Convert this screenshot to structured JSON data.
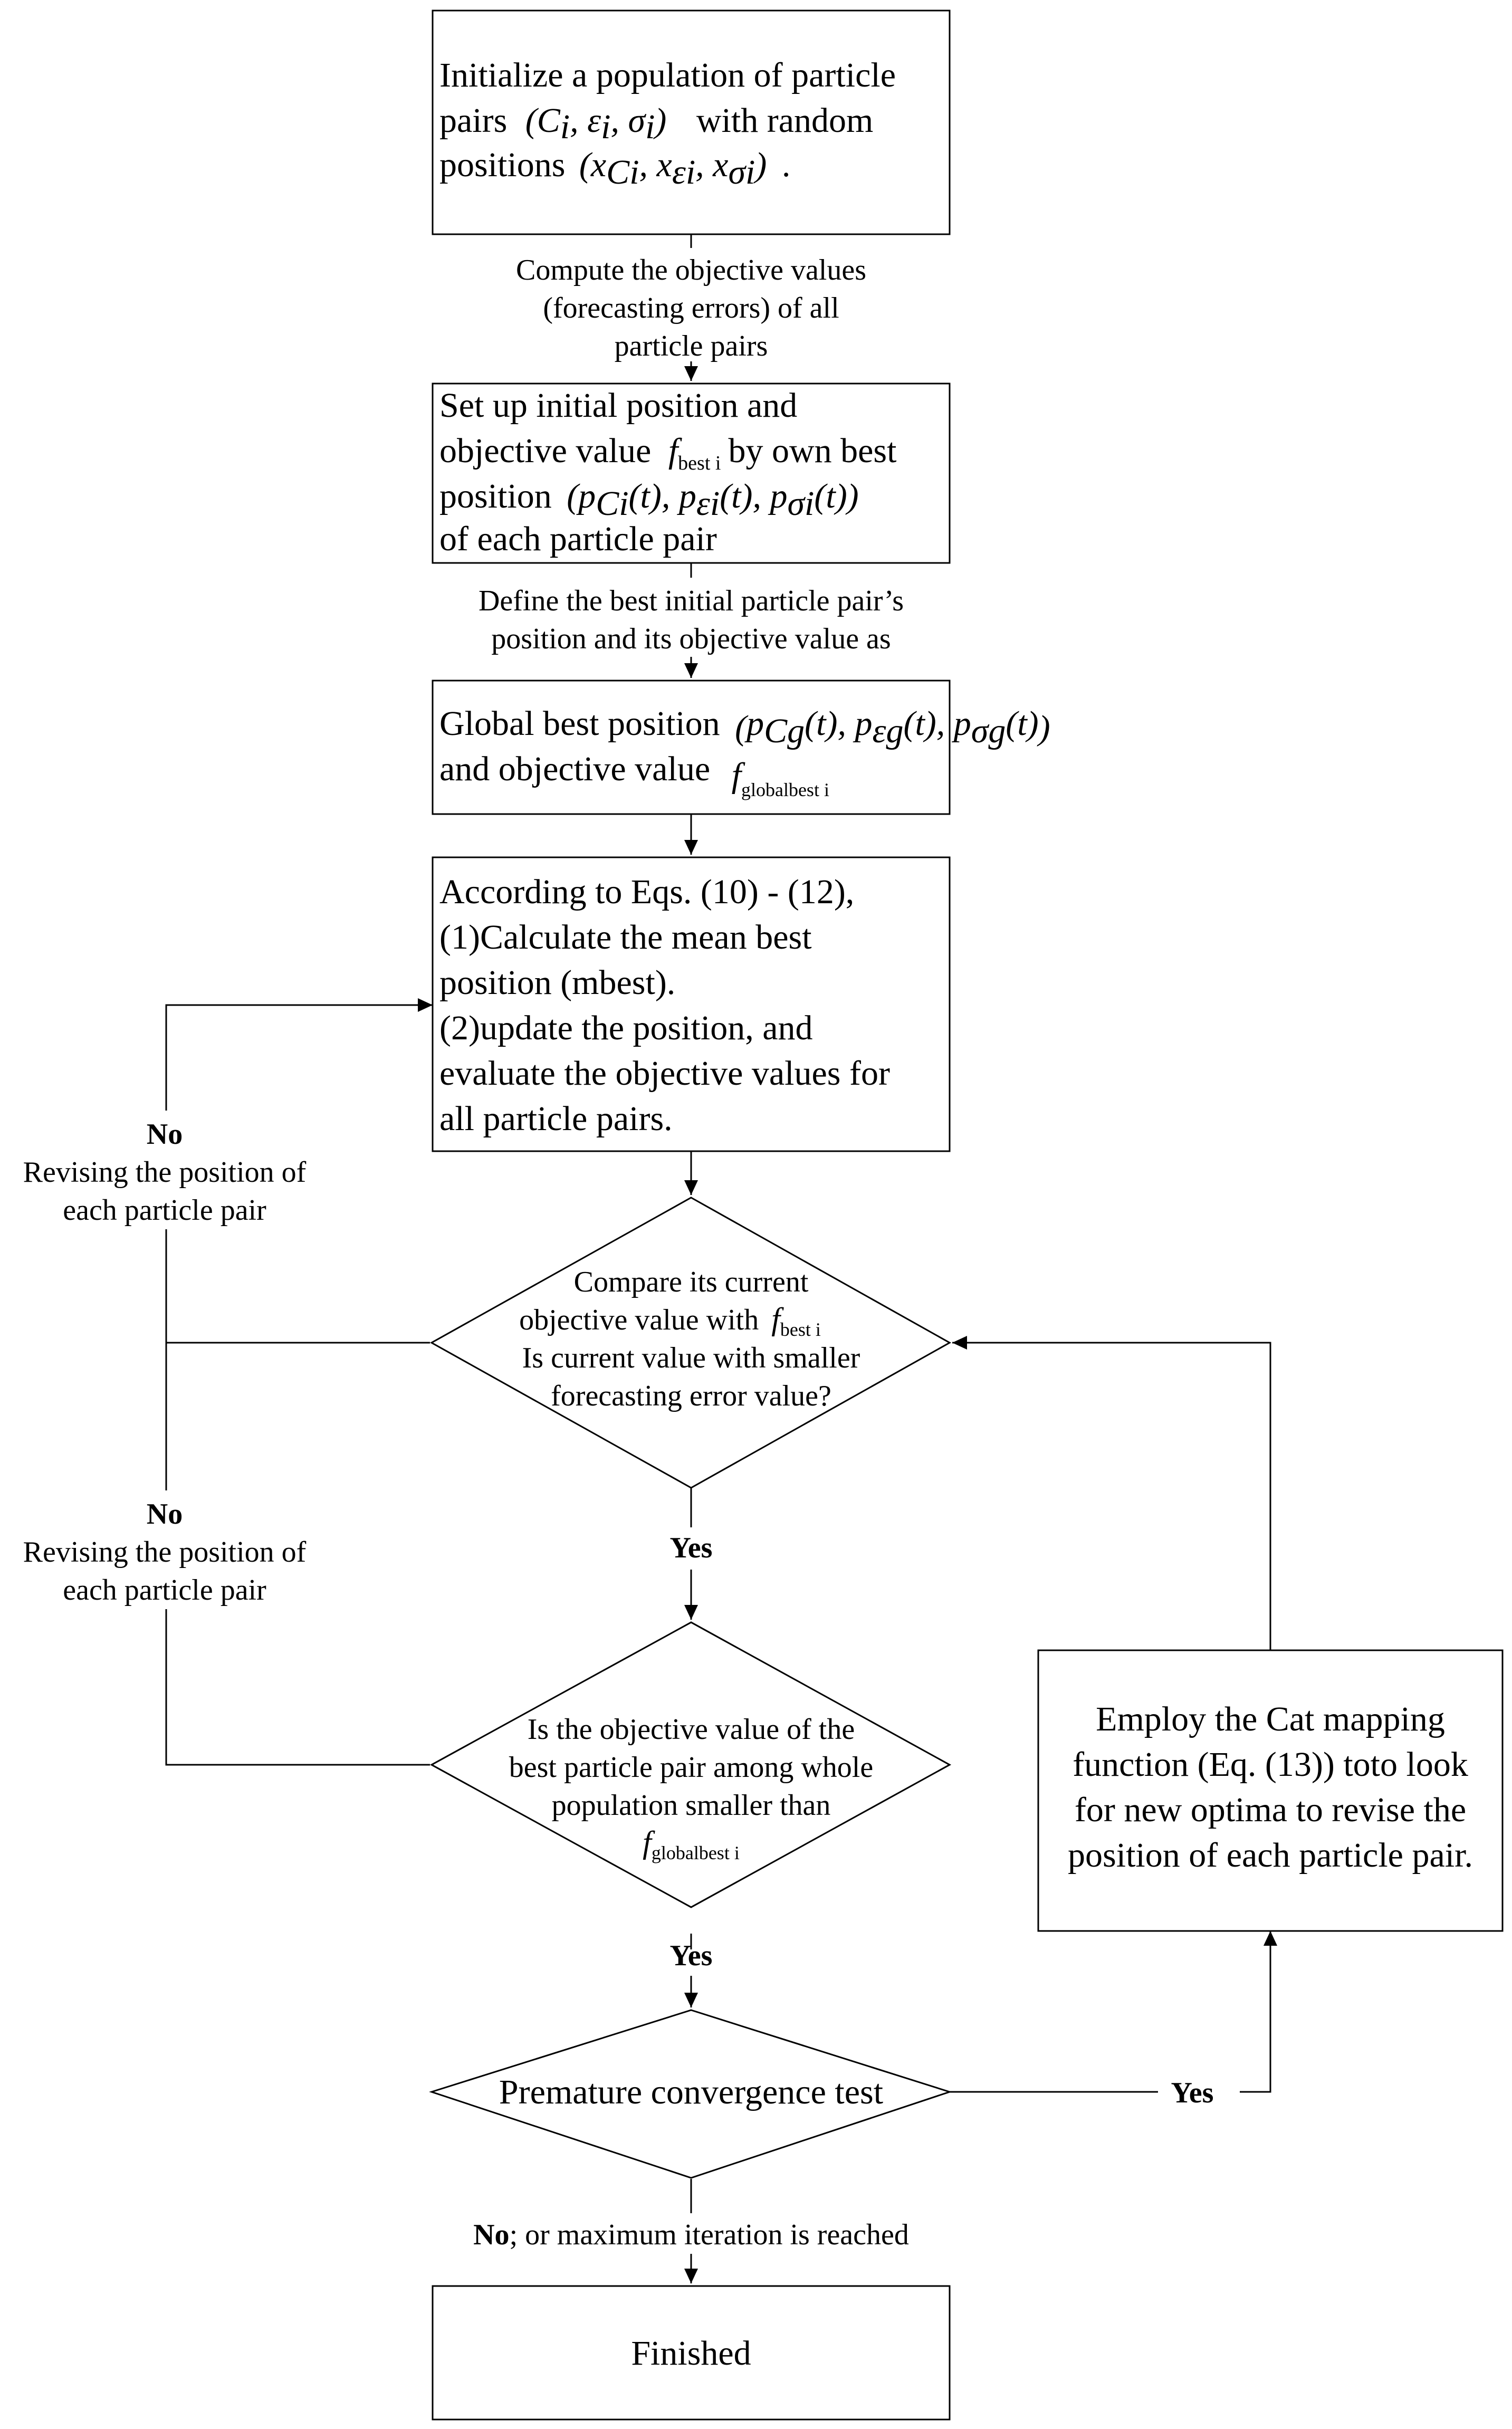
{
  "boxes": {
    "init": {
      "line1": "Initialize a population of particle",
      "line2_prefix": "pairs",
      "line2_math": "(C",
      "line2_math_rest": "i, εi, σi)",
      "line2_suffix": "with random",
      "line3_prefix": "positions",
      "line3_math": "(xCi, xεi, xσi)",
      "line3_suffix": "."
    },
    "setup": {
      "line1": "Set up initial position and",
      "line2_prefix": "objective value",
      "line2_math": "f",
      "line2_sub": "best i",
      "line2_suffix": "by own best",
      "line3_prefix": "position",
      "line3_math": "(pCi(t), pεi(t), pσi(t))",
      "line4": "of each particle pair"
    },
    "global": {
      "line1_prefix": "Global best position",
      "line1_math": "(pCg(t), pεg(t), pσg(t))",
      "line2_prefix": "and objective value",
      "line2_math": "f",
      "line2_sub": "globalbest i"
    },
    "update": {
      "lines": [
        "According to Eqs. (10) - (12),",
        "(1)Calculate the mean best",
        "position (mbest).",
        "(2)update the position, and",
        "evaluate the objective values for",
        "all particle pairs."
      ]
    },
    "cat": {
      "lines": [
        "Employ the Cat mapping",
        "function (Eq. (13)) toto look",
        "for new optima to revise the",
        "position of each particle pair."
      ]
    },
    "finished": {
      "label": "Finished"
    }
  },
  "diamonds": {
    "compare": {
      "line1": "Compare its current",
      "line2_prefix": "objective value with",
      "line2_math": "f",
      "line2_sub": "best i",
      "line3": "Is current value with smaller",
      "line4": "forecasting error value?"
    },
    "best": {
      "line1": "Is the objective value of the",
      "line2": "best particle pair among whole",
      "line3": "population smaller than",
      "line4_math": "f",
      "line4_sub": "globalbest i"
    },
    "premature": {
      "label": "Premature convergence test"
    }
  },
  "edge_labels": {
    "compute": [
      "Compute the objective values",
      "(forecasting errors) of all",
      "particle pairs"
    ],
    "define": [
      "Define the best initial particle pair’s",
      "position and its objective value as"
    ],
    "no1_title": "No",
    "no1_lines": [
      "Revising the position of",
      "each particle pair"
    ],
    "no2_title": "No",
    "no2_lines": [
      "Revising the position of",
      "each particle pair"
    ],
    "yes1": "Yes",
    "yes2": "Yes",
    "yes3": "Yes",
    "final_bold": "No",
    "final_rest": "; or maximum iteration is reached"
  }
}
